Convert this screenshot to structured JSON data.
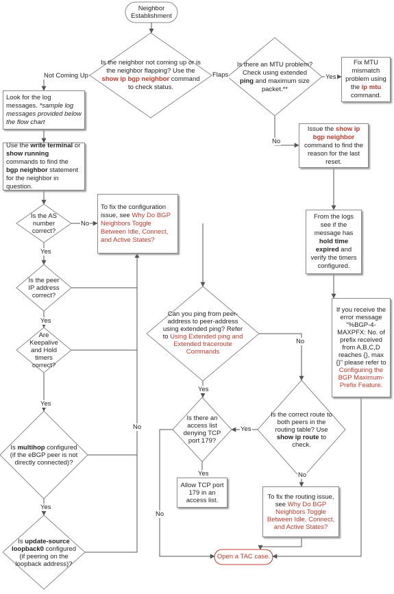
{
  "start": "Neighbor Establishment",
  "d1": {
    "a": "Is the neighbor not coming up or is the neighbor flapping? Use the ",
    "b": "show ip bgp neighbor",
    "c": " command to check status."
  },
  "lbl_not_coming_up": "Not Coming Up",
  "lbl_flaps": "Flaps",
  "d_mtu": {
    "a": "Is there an MTU problem? Check using extended ",
    "b": "ping",
    "c": " and maximum size packet.**"
  },
  "lbl_yes_mtu": "Yes",
  "box_fix_mtu": {
    "a": "Fix MTU mismatch problem using the ",
    "b": "ip mtu",
    "c": " command."
  },
  "lbl_no_mtu": "No",
  "box_issue": {
    "a": "Issue the ",
    "b": "show ip bgp neighbor",
    "c": " command to find the reason for the last reset."
  },
  "box_logs_from": {
    "a": "From the logs see if the message has ",
    "b": "hold time expired",
    "c": " and verify the timers configured."
  },
  "box_log_messages": {
    "a": "Look for the log messages.",
    "b": "*sample log messages provided below the flow chart"
  },
  "box_write_term": {
    "a": "Use the ",
    "b": "write terminal",
    "c": " or ",
    "d": "show running",
    "e": " commands to find the ",
    "f": "bgp neighbor",
    "g": " statement for the neighbor in question."
  },
  "d_as": "Is the AS number correct?",
  "lbl_no_as": "No",
  "box_fix_config": {
    "a": "To fix the configuration issue, see ",
    "b": "Why Do BGP Neighbors Toggle Between Idle, Connect, and Active States?"
  },
  "lbl_yes_as": "Yes",
  "d_peer_ip": "Is the peer IP address correct?",
  "lbl_yes_peer": "Yes",
  "d_timers": "Are Keepalive and Hold timers correct?",
  "lbl_yes_timers": "Yes",
  "d_multihop": {
    "a": "Is ",
    "b": "multihop",
    "c": " configured (if the eBGP peer is not directly connected)?"
  },
  "lbl_yes_multihop": "Yes",
  "d_update": {
    "a": "Is ",
    "b": "update-source loopback0",
    "c": " configured (if peering on the loopback address)?"
  },
  "lbl_no_loop": "No",
  "d_ping": {
    "a": "Can you ping from peer-address to peer-address using extended ping? Refer to ",
    "b": "Using Extended ping and Extended traceroute Commands"
  },
  "lbl_no_ping": "No",
  "lbl_yes_ping": "Yes",
  "d_acl": "Is there an access list denying TCP port 179?",
  "lbl_yes_acl": "Yes",
  "lbl_no_acl": "No",
  "box_allow": "Allow TCP port 179 in an access list.",
  "d_route": {
    "a": "Is the correct route to both peers in the routing table? Use ",
    "b": "show ip route",
    "c": " to check."
  },
  "lbl_yes_route": "Yes",
  "lbl_no_route": "No",
  "box_fix_routing": {
    "a": "To fix the routing issue, see ",
    "b": "Why Do BGP Neighbors Toggle Between Idle, Connect, and Active States?"
  },
  "box_maxpfx": {
    "a": "If you receive the error message \"%BGP-4-MAXPFX: No. of prefix received from A,B,C,D reaches {}, max {}\" please refer to ",
    "b": "Configuring the BGP Maximum-Prefix Feature."
  },
  "end": "Open a TAC case.",
  "colors": {
    "link": "#c0392b",
    "line": "#555555",
    "border": "#888888",
    "shadow": "#999999"
  }
}
